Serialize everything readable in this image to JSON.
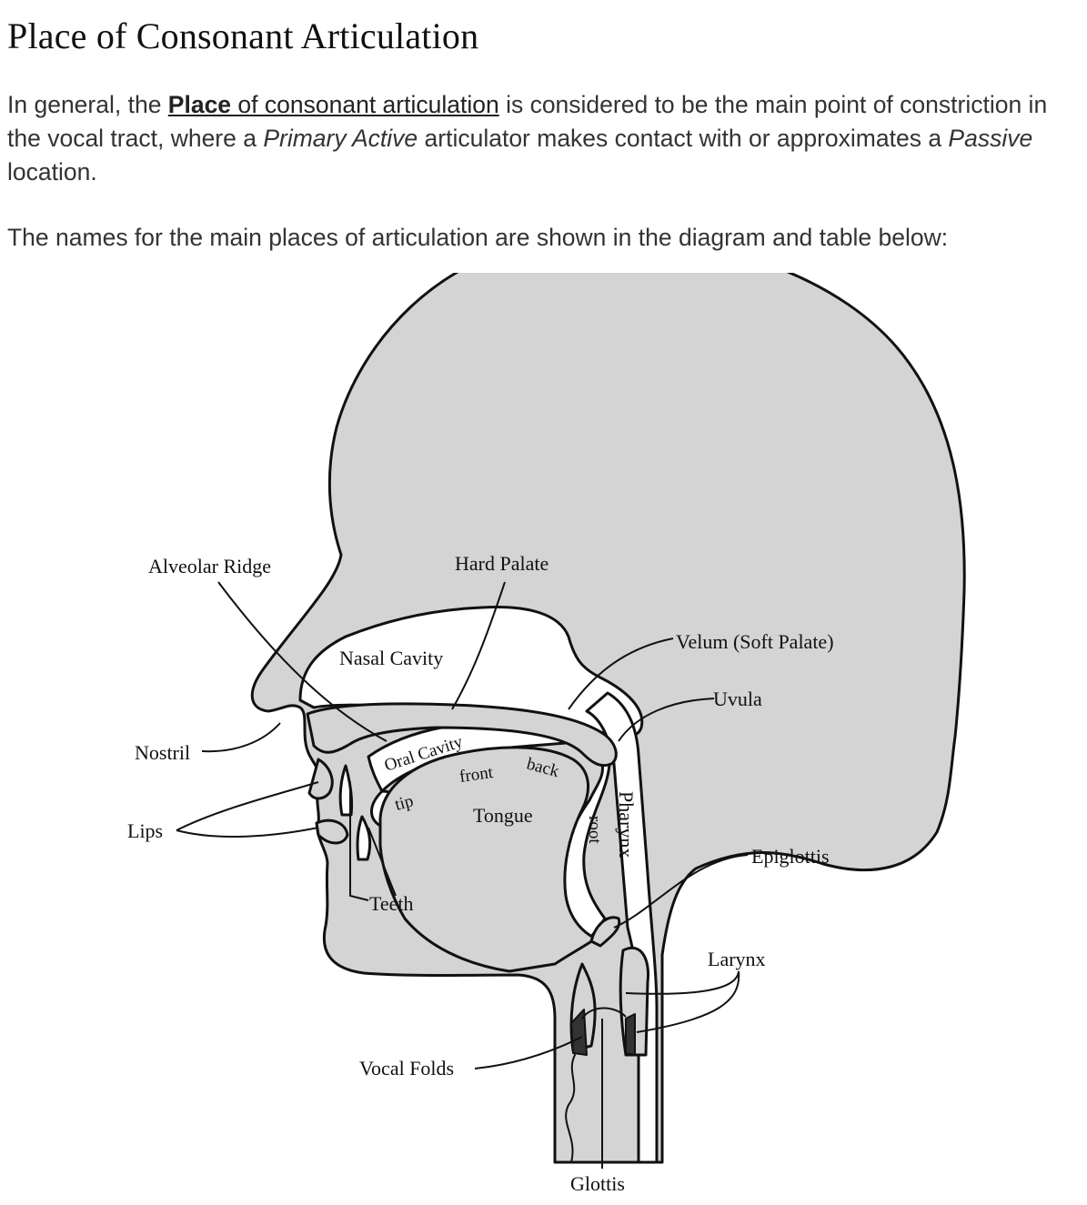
{
  "page": {
    "title": "Place of Consonant Articulation",
    "intro": {
      "text1": "In general, the ",
      "link_bold": "Place ",
      "link_rest": "of consonant articulation",
      "text2": " is considered to be the main point of constriction in the vocal tract, where a ",
      "em1": "Primary Active",
      "text3": " articulator makes contact with or approximates a ",
      "em2": "Passive",
      "text4": " location."
    },
    "lead": "The names for the main places of articulation are shown in the diagram and table below:"
  },
  "diagram": {
    "labels": {
      "alveolar_ridge": "Alveolar Ridge",
      "hard_palate": "Hard Palate",
      "nasal_cavity": "Nasal Cavity",
      "velum": "Velum (Soft Palate)",
      "uvula": "Uvula",
      "nostril": "Nostril",
      "oral_cavity": "Oral Cavity",
      "front": "front",
      "back": "back",
      "tip": "tip",
      "tongue": "Tongue",
      "root": "root",
      "pharynx": "Pharynx",
      "lips": "Lips",
      "epiglottis": "Epiglottis",
      "teeth": "Teeth",
      "larynx": "Larynx",
      "vocal_folds": "Vocal Folds",
      "glottis": "Glottis"
    },
    "colors": {
      "fill": "#d4d4d4",
      "stroke": "#111111",
      "cavity": "#ffffff"
    }
  }
}
